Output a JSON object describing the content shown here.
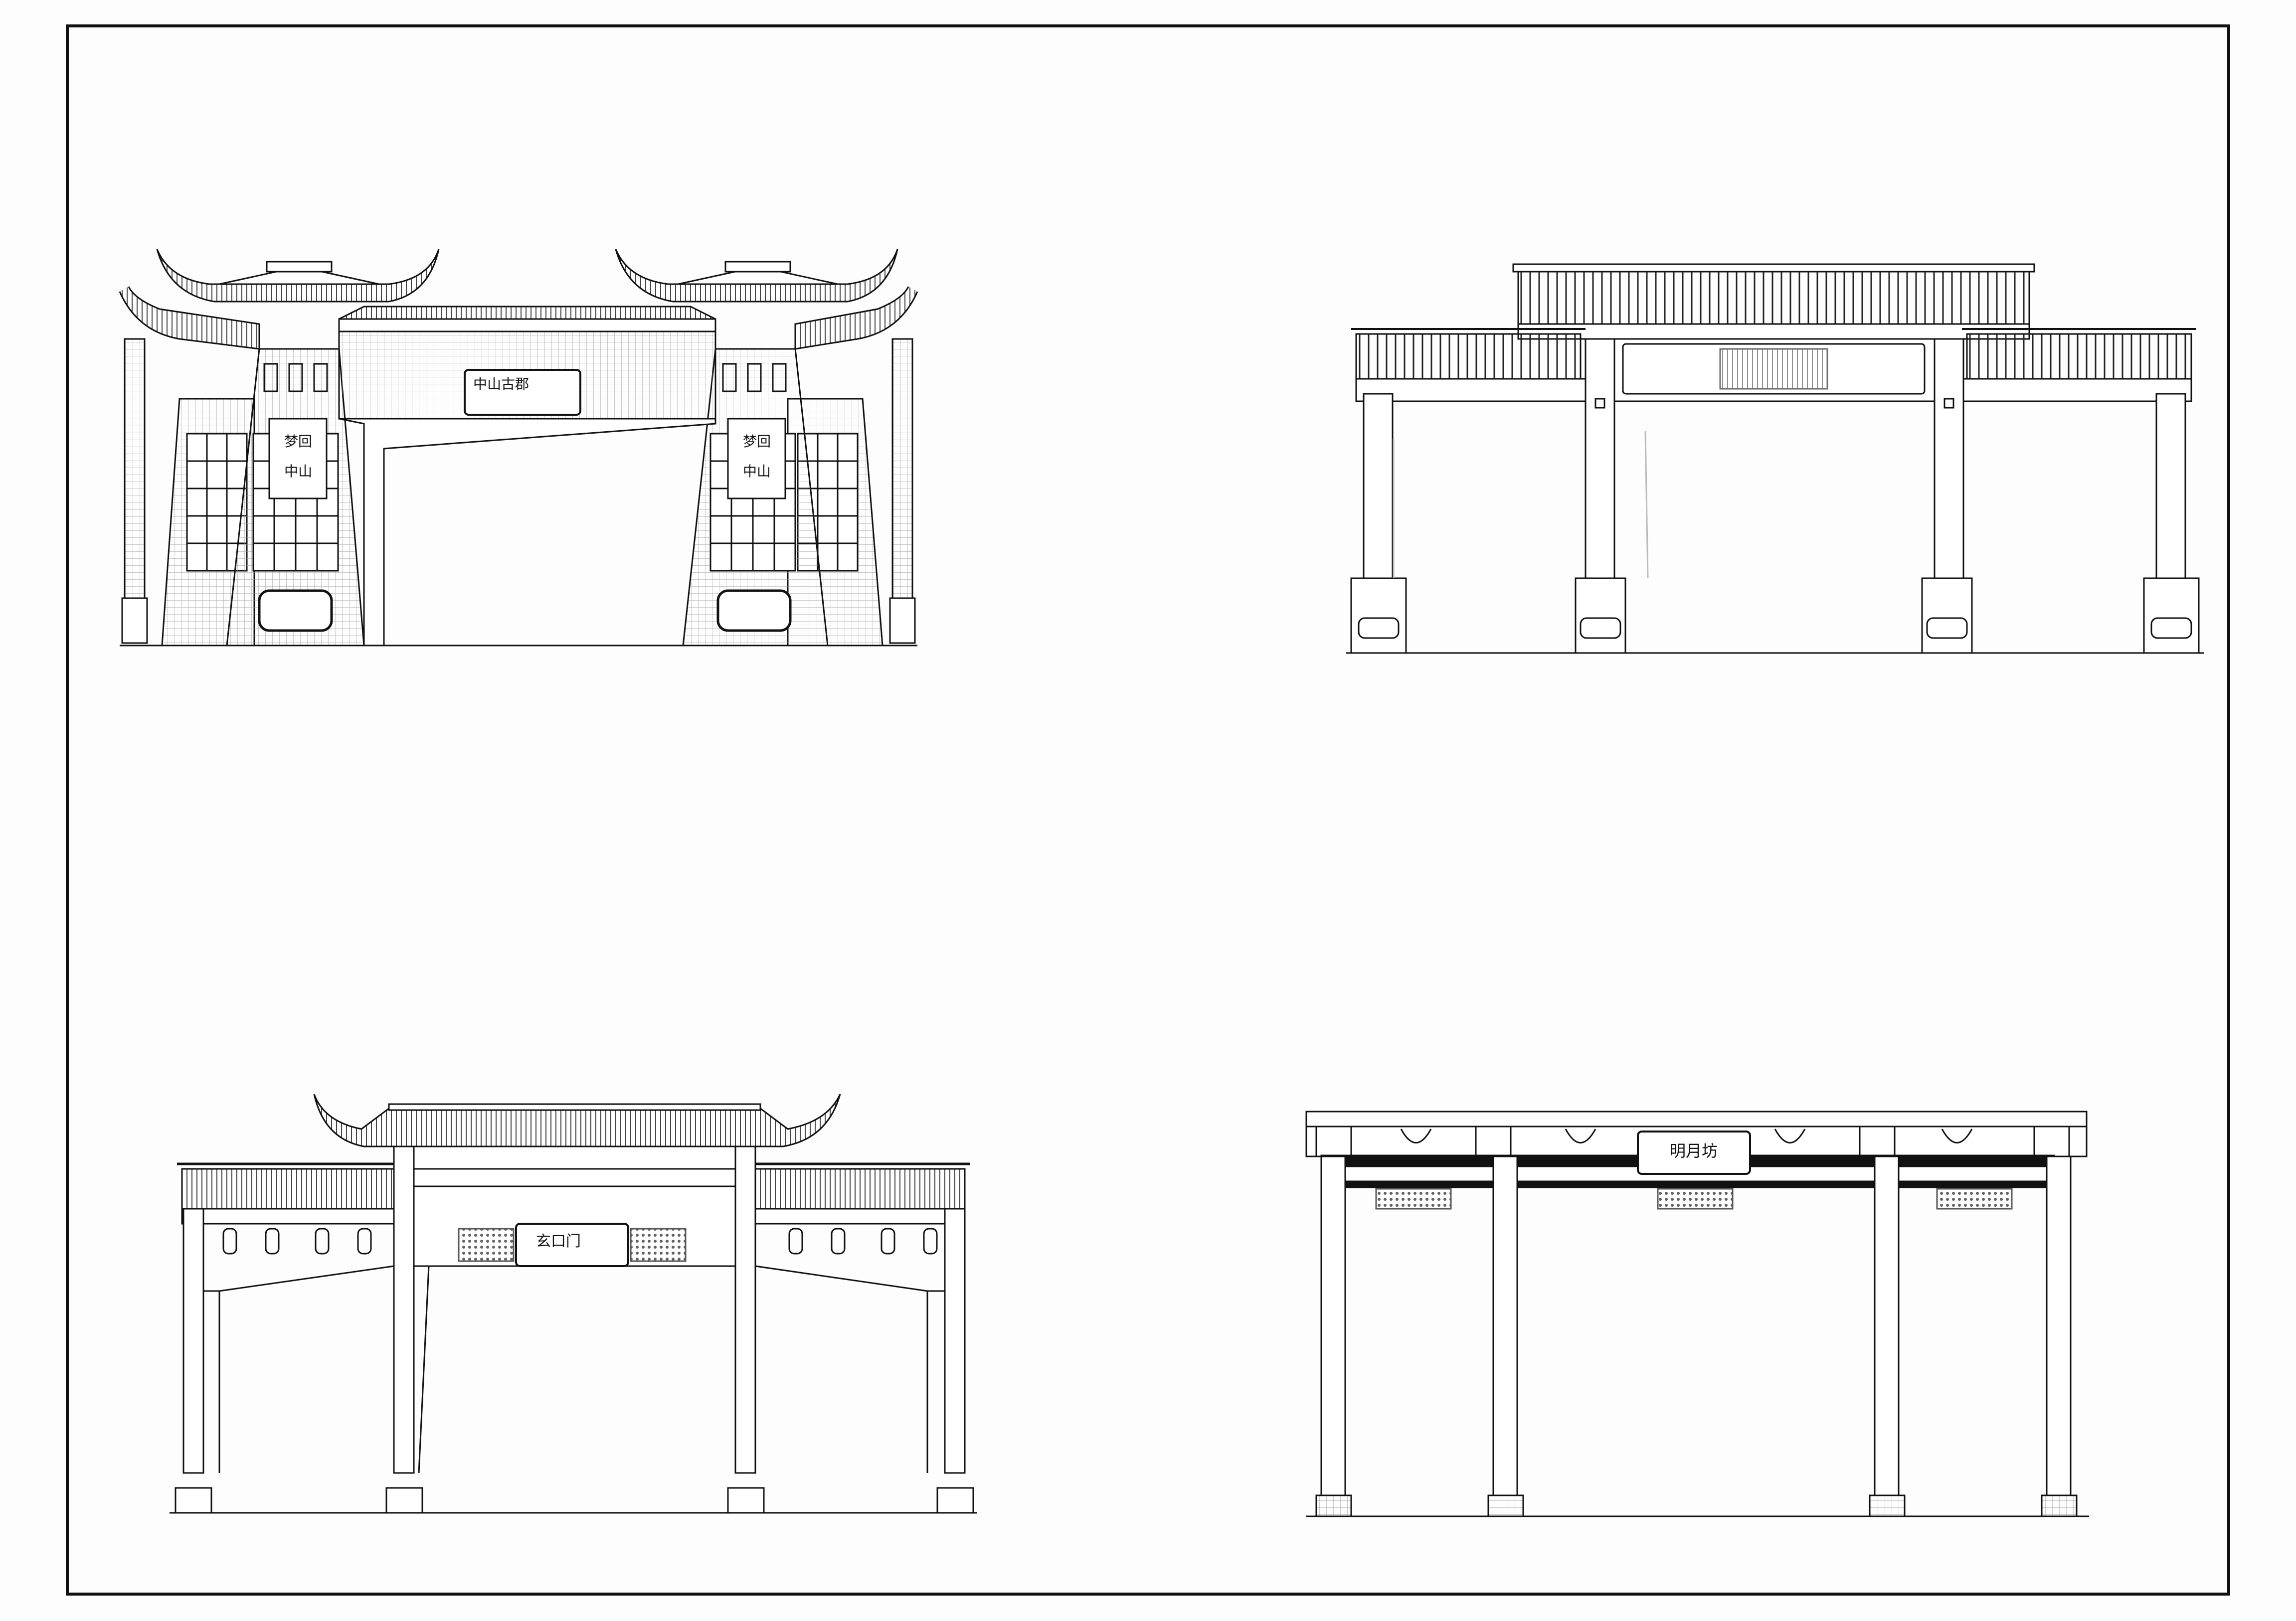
{
  "drawing": {
    "type": "elevation-drawing-sheet",
    "colors": {
      "paper": "#fdfdfd",
      "line": "#111111",
      "hatch": "#888888"
    }
  },
  "gates": [
    {
      "id": "gate-1",
      "style": "double-tower-gate",
      "plaque": "中山古郡",
      "pillar_text_left": [
        "梦回",
        "中山"
      ],
      "pillar_text_right": [
        "梦回",
        "中山"
      ]
    },
    {
      "id": "gate-2",
      "style": "tiled-four-post-gate",
      "plaque": ""
    },
    {
      "id": "gate-3",
      "style": "single-roof-gate-with-lanterns",
      "plaque": "玄口门"
    },
    {
      "id": "gate-4",
      "style": "column-pavilion-gate",
      "plaque": "明月坊"
    }
  ]
}
